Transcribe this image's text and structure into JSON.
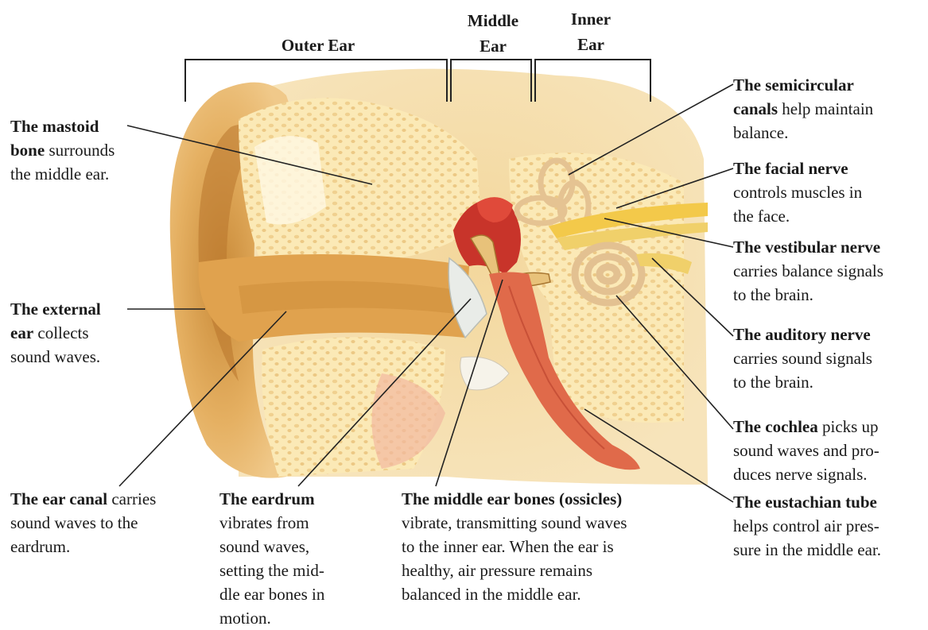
{
  "sections": {
    "outer": "Outer Ear",
    "middle_1": "Middle",
    "middle_2": "Ear",
    "inner_1": "Inner",
    "inner_2": "Ear"
  },
  "labels": {
    "mastoid": {
      "term": "The mastoid",
      "term2": "bone",
      "rest": " surrounds",
      "line3": "the middle ear."
    },
    "external": {
      "term": "The external",
      "term2": "ear",
      "rest": " collects",
      "line3": "sound waves."
    },
    "canal": {
      "term": "The ear canal",
      "rest": " carries",
      "line2": "sound waves to the",
      "line3": "eardrum."
    },
    "eardrum": {
      "term": "The eardrum",
      "l2": "vibrates from",
      "l3": "sound waves,",
      "l4": "setting the mid-",
      "l5": "dle ear bones in",
      "l6": "motion."
    },
    "ossicles": {
      "term": "The middle ear bones (ossicles)",
      "l2": "vibrate, transmitting sound waves",
      "l3": "to the inner ear. When the ear is",
      "l4": "healthy, air pressure remains",
      "l5": "balanced in the middle ear."
    },
    "semicircular": {
      "term": "The semicircular",
      "term2": "canals",
      "rest": " help maintain",
      "line3": "balance."
    },
    "facial": {
      "term": "The facial nerve",
      "l2": "controls muscles in",
      "l3": "the face."
    },
    "vestibular": {
      "term": "The vestibular nerve",
      "l2": "carries balance signals",
      "l3": "to the brain."
    },
    "auditory": {
      "term": "The auditory nerve",
      "l2": "carries sound signals",
      "l3": "to the brain."
    },
    "cochlea": {
      "term": "The cochlea",
      "rest": " picks up",
      "l2": "sound waves and pro-",
      "l3": "duces nerve signals."
    },
    "eustachian": {
      "term": "The eustachian tube",
      "l2": "helps control air pres-",
      "l3": "sure in the middle ear."
    }
  },
  "colors": {
    "skin": "#e8b45e",
    "bone": "#fbe9b6",
    "bone_dots": "#d9b56a",
    "tissue_red": "#c8342a",
    "tube": "#e06a4a",
    "nerve": "#f3c94a",
    "line": "#222222"
  }
}
